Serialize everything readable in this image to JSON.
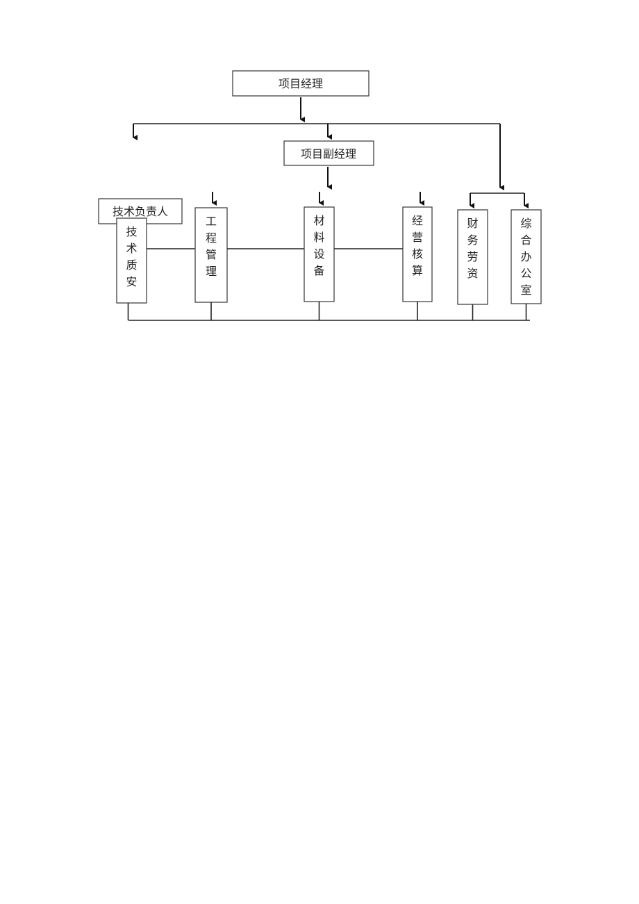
{
  "org_chart": {
    "project_manager": "项目经理",
    "deputy_manager": "项目副经理",
    "technical_lead": "技术负责人",
    "departments": [
      [
        "技",
        "术",
        "质",
        "安"
      ],
      [
        "工",
        "程",
        "管",
        "理"
      ],
      [
        "材",
        "料",
        "设",
        "备"
      ],
      [
        "经",
        "营",
        "核",
        "算"
      ],
      [
        "财",
        "务",
        "劳",
        "资"
      ],
      [
        "综",
        "合",
        "办",
        "公",
        "室"
      ]
    ]
  }
}
